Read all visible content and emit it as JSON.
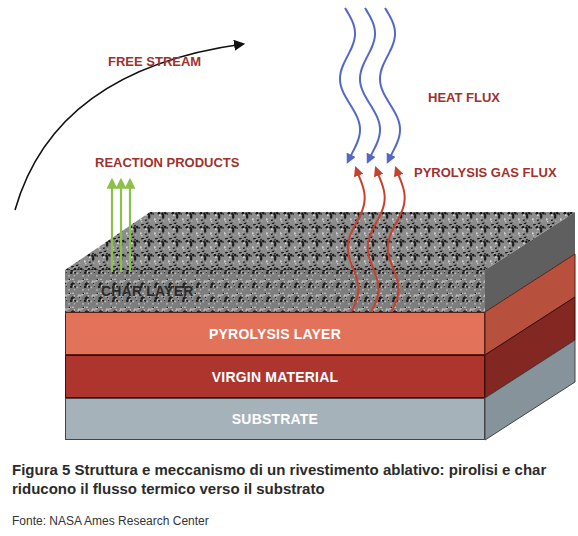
{
  "diagram": {
    "caption": "Figura 5 Struttura e meccanismo di un rivestimento ablativo: pirolisi e char riducono il flusso termico verso il substrato",
    "nodes": [
      {
        "text": [
          "CHAR LAYER"
        ]
      },
      {
        "text": [
          "PYROLYSIS LAYER"
        ]
      },
      {
        "text": [
          "VIRGIN MATERIAL"
        ]
      },
      {
        "text": [
          "SUBSTRATE"
        ]
      }
    ],
    "labels": [
      "FREE STREAM",
      "HEAT FLUX",
      "REACTION PRODUCTS",
      "PYROLYSIS GAS FLUX",
      "Fonte: NASA Ames Research Center"
    ]
  }
}
